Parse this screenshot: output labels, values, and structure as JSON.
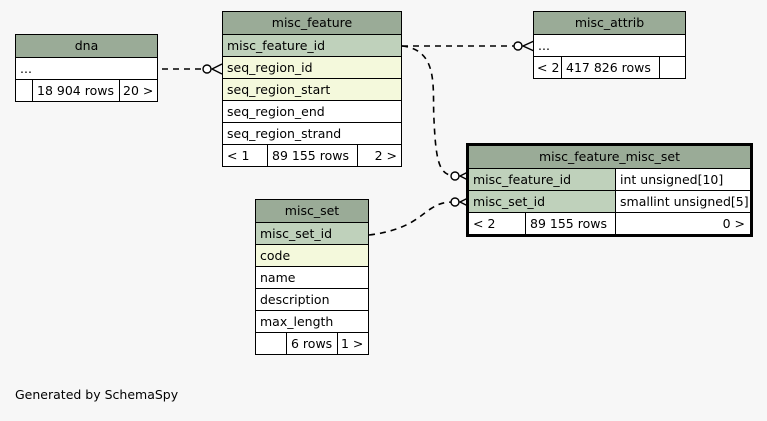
{
  "tables": {
    "dna": {
      "name": "dna",
      "rows": [
        "..."
      ],
      "footer": [
        "",
        "18 904 rows",
        "20 >"
      ]
    },
    "misc_feature": {
      "name": "misc_feature",
      "rows": [
        "misc_feature_id",
        "seq_region_id",
        "seq_region_start",
        "seq_region_end",
        "seq_region_strand"
      ],
      "footer": [
        "< 1",
        "89 155 rows",
        "2 >"
      ]
    },
    "misc_attrib": {
      "name": "misc_attrib",
      "rows": [
        "..."
      ],
      "footer": [
        "< 2",
        "417 826 rows",
        ""
      ]
    },
    "misc_feature_misc_set": {
      "name": "misc_feature_misc_set",
      "rows": [
        {
          "column": "misc_feature_id",
          "type": "int unsigned[10]"
        },
        {
          "column": "misc_set_id",
          "type": "smallint unsigned[5]"
        }
      ],
      "footer": [
        "< 2",
        "89 155 rows",
        "0 >"
      ]
    },
    "misc_set": {
      "name": "misc_set",
      "rows": [
        "misc_set_id",
        "code",
        "name",
        "description",
        "max_length"
      ],
      "footer": [
        "",
        "6 rows",
        "1 >"
      ]
    }
  },
  "credit": "Generated by SchemaSpy",
  "colors": {
    "header": "#9aab97",
    "primary_key": "#bfd1bb",
    "indexed": "#f4f9dc",
    "background": "#f7f7f7"
  }
}
